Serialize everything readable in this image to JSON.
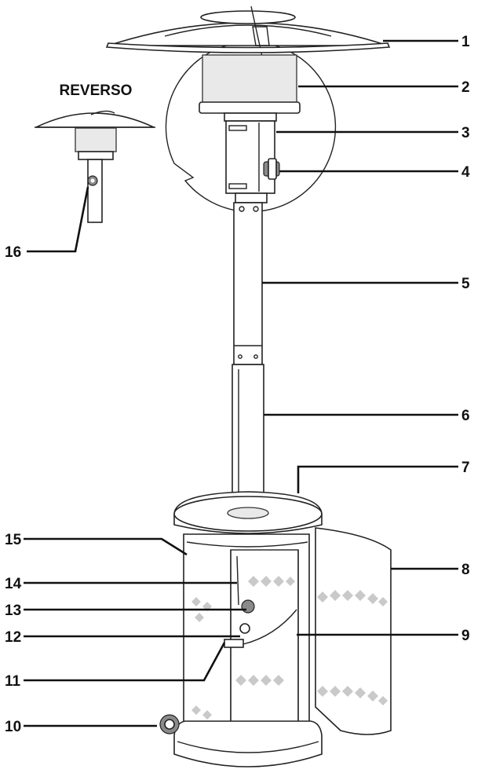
{
  "inset": {
    "title": "REVERSO"
  },
  "callouts": [
    {
      "id": "1",
      "label": "1"
    },
    {
      "id": "2",
      "label": "2"
    },
    {
      "id": "3",
      "label": "3"
    },
    {
      "id": "4",
      "label": "4"
    },
    {
      "id": "5",
      "label": "5"
    },
    {
      "id": "6",
      "label": "6"
    },
    {
      "id": "7",
      "label": "7"
    },
    {
      "id": "8",
      "label": "8"
    },
    {
      "id": "9",
      "label": "9"
    },
    {
      "id": "10",
      "label": "10"
    },
    {
      "id": "11",
      "label": "11"
    },
    {
      "id": "12",
      "label": "12"
    },
    {
      "id": "13",
      "label": "13"
    },
    {
      "id": "14",
      "label": "14"
    },
    {
      "id": "15",
      "label": "15"
    },
    {
      "id": "16",
      "label": "16"
    }
  ]
}
